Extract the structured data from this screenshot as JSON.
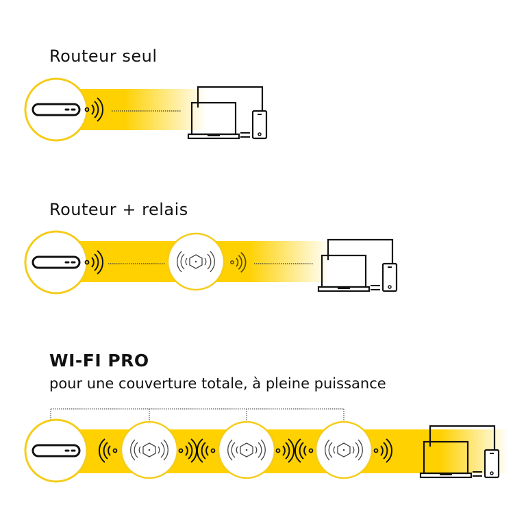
{
  "sections": [
    {
      "title": "Routeur seul"
    },
    {
      "title": "Routeur + relais"
    },
    {
      "title": "WI-FI PRO",
      "subtitle": "pour une couverture totale, à pleine puissance"
    }
  ],
  "colors": {
    "accent": "#FFD100",
    "ring": "#F5CC1A",
    "line": "#111111"
  },
  "icons": [
    "router-icon",
    "wifi-signal-icon",
    "relay-access-point-icon",
    "laptop-icon",
    "monitor-icon",
    "phone-icon"
  ]
}
